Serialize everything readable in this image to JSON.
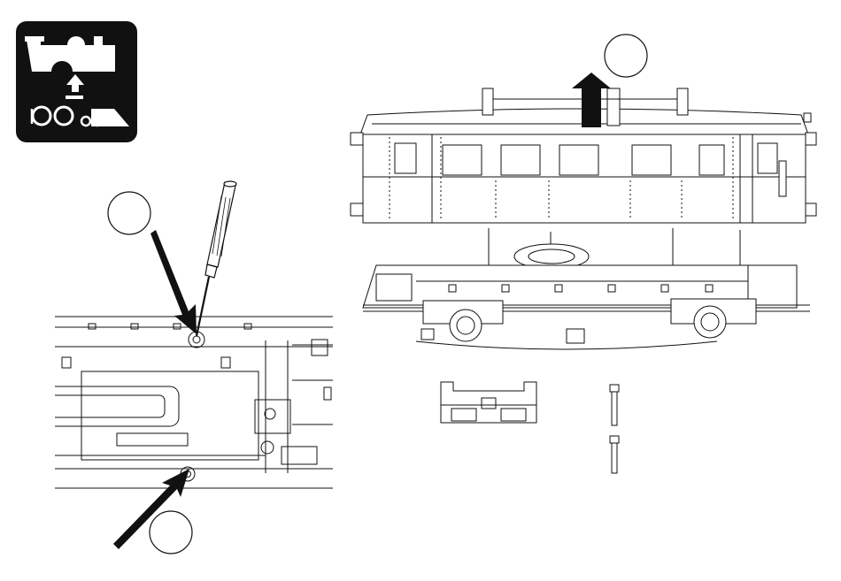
{
  "figure": {
    "type": "assembly-instruction",
    "icon": "locomotive-body-removal-icon",
    "callouts": [
      {
        "id": "callout-top-right",
        "label": ""
      },
      {
        "id": "callout-screwdriver",
        "label": ""
      },
      {
        "id": "callout-bottom",
        "label": ""
      }
    ],
    "parts": [
      "screwdriver",
      "railcar-body",
      "railcar-chassis",
      "bogie-part",
      "screw-1",
      "screw-2"
    ],
    "arrows": [
      "lift-body-arrow",
      "screwdriver-arrow",
      "bottom-screw-arrow"
    ],
    "colors": {
      "line": "#111111",
      "paper": "#ffffff",
      "icon_bg": "#111111"
    }
  }
}
